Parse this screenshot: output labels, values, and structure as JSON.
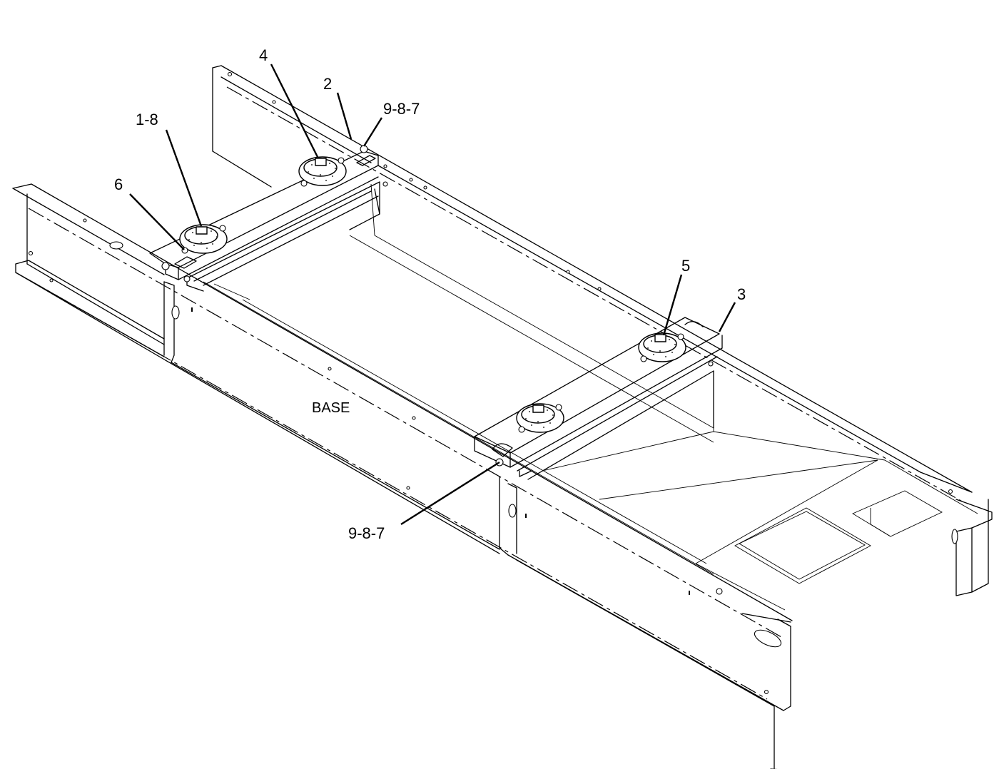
{
  "diagram": {
    "base_label": "BASE",
    "callouts": {
      "c_1_8": "1-8",
      "c_4": "4",
      "c_2": "2",
      "c_9_8_7_top": "9-8-7",
      "c_6": "6",
      "c_5": "5",
      "c_3": "3",
      "c_9_8_7_bottom": "9-8-7"
    }
  }
}
